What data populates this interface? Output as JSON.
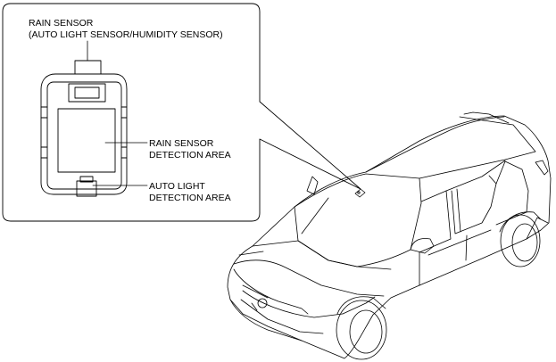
{
  "callouts": {
    "rain_sensor_title": "RAIN SENSOR",
    "rain_sensor_subtitle": "(AUTO LIGHT SENSOR/HUMIDITY SENSOR)",
    "rain_detection_line1": "RAIN SENSOR",
    "rain_detection_line2": "DETECTION AREA",
    "auto_light_line1": "AUTO LIGHT",
    "auto_light_line2": "DETECTION AREA"
  },
  "colors": {
    "line": "#000000",
    "background": "#ffffff"
  }
}
